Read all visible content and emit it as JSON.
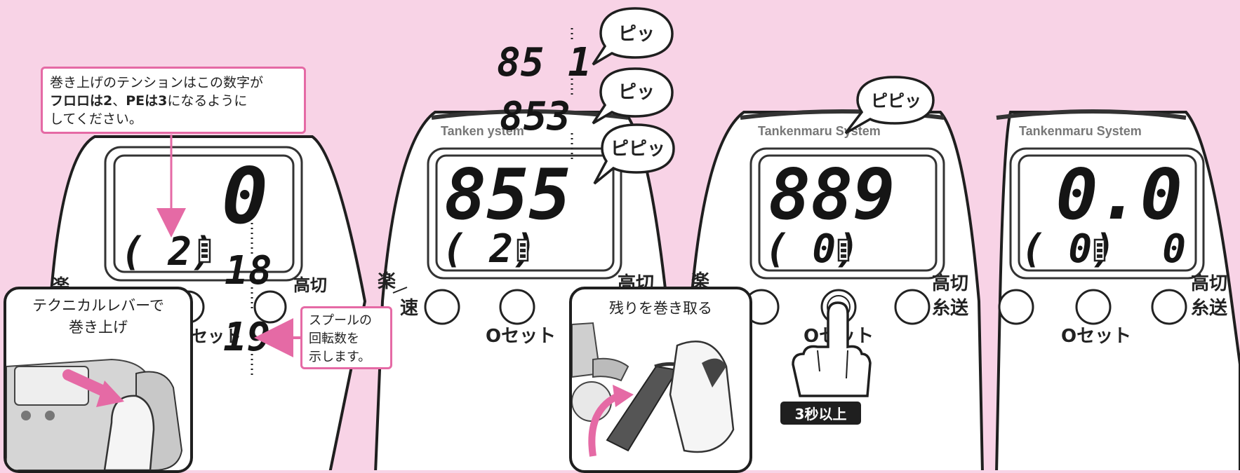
{
  "callouts": {
    "tension": {
      "line1": "巻き上げのテンションはこの数字が",
      "line2_bold_a": "フロロは2",
      "line2_mid": "、",
      "line2_bold_b": "PEは3",
      "line2_end": "になるように",
      "line3": "してください。"
    },
    "spool": {
      "line1": "スプールの",
      "line2": "回転数を",
      "line3": "示します。"
    }
  },
  "insets": {
    "lever": {
      "line1": "テクニカルレバーで",
      "line2": "巻き上げ"
    },
    "reel": {
      "caption": "残りを巻き取る"
    }
  },
  "badge": "3秒以上",
  "panels": [
    {
      "brand": "",
      "main": "0",
      "sub": "( 2)",
      "left_label_1": "楽",
      "right_label_1": "高切",
      "right_label_2": "",
      "center_label": "セット",
      "counter_values": [
        "18",
        "19"
      ]
    },
    {
      "brand": "Tanken   ystem",
      "main": "855",
      "sub": "( 2)",
      "left_label_1": "楽",
      "left_label_2": "速",
      "right_label_1": "高切",
      "center_label": "Oセット",
      "sequence": [
        "85 1",
        "853",
        "855"
      ],
      "beeps": [
        "ピッ",
        "ピッ",
        "ピピッ"
      ]
    },
    {
      "brand": "Tankenmaru System",
      "main": "889",
      "sub": "( 0)",
      "left_label_1": "楽",
      "right_label_1": "高切",
      "right_label_2": "糸送",
      "center_label": "Oセット",
      "beep": "ピピッ"
    },
    {
      "brand": "Tankenmaru System",
      "main": "0.0",
      "sub": "( 0)",
      "sub_right": "0",
      "right_label_1": "高切",
      "right_label_2": "糸送",
      "center_label": "Oセット"
    }
  ],
  "colors": {
    "background": "#f8d3e6",
    "accent_pink": "#e56aa5",
    "ink": "#1f1f1f"
  }
}
